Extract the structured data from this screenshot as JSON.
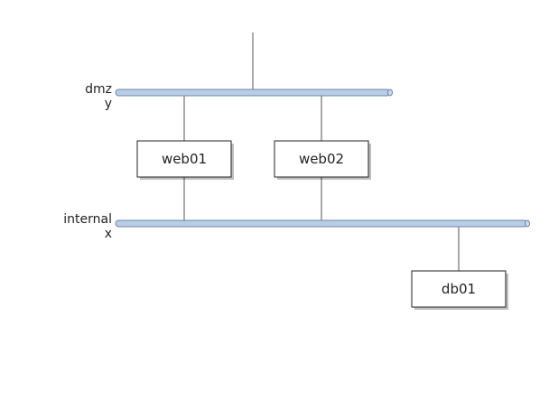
{
  "networks": [
    {
      "id": "dmz",
      "name": "dmz",
      "address": "y"
    },
    {
      "id": "internal",
      "name": "internal",
      "address": "x"
    }
  ],
  "nodes": [
    {
      "id": "web01",
      "label": "web01"
    },
    {
      "id": "web02",
      "label": "web02"
    },
    {
      "id": "db01",
      "label": "db01"
    }
  ],
  "colors": {
    "bus_fill": "#b8cde6",
    "bus_stroke": "#6f86a8",
    "node_stroke": "#222222",
    "link": "#555555"
  }
}
